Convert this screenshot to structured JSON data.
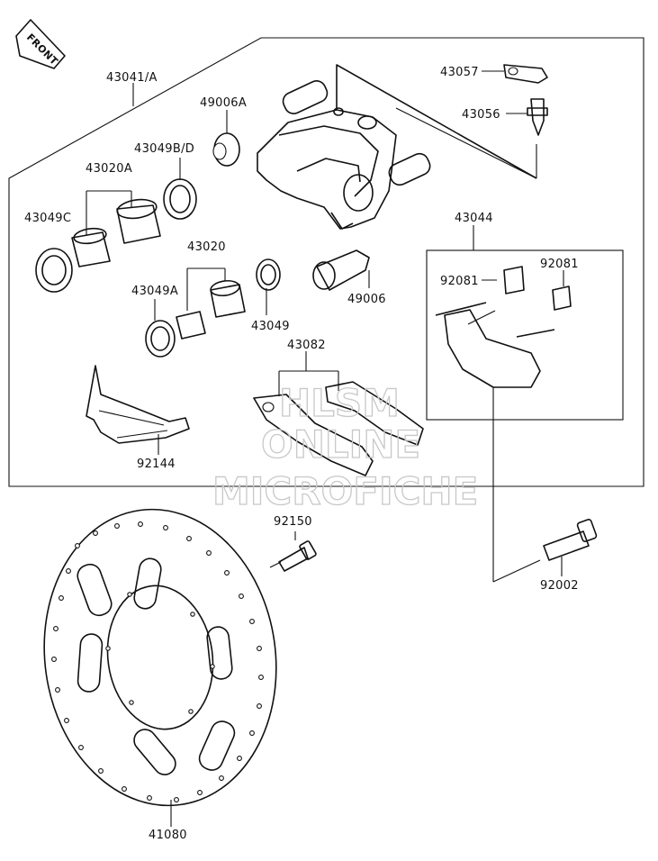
{
  "front_badge": "FRONT",
  "watermark": {
    "line1": "HLSM",
    "line2": "ONLINE",
    "line3": "MICROFICHE"
  },
  "parts": {
    "p43041": "43041/A",
    "p43057": "43057",
    "p43056": "43056",
    "p49006A": "49006A",
    "p43049BD": "43049B/D",
    "p43020A": "43020A",
    "p43049C": "43049C",
    "p43020": "43020",
    "p43049A": "43049A",
    "p43049": "43049",
    "p49006": "49006",
    "p43044": "43044",
    "p92081a": "92081",
    "p92081b": "92081",
    "p43082": "43082",
    "p92144": "92144",
    "p92150": "92150",
    "p92002": "92002",
    "p41080": "41080"
  }
}
